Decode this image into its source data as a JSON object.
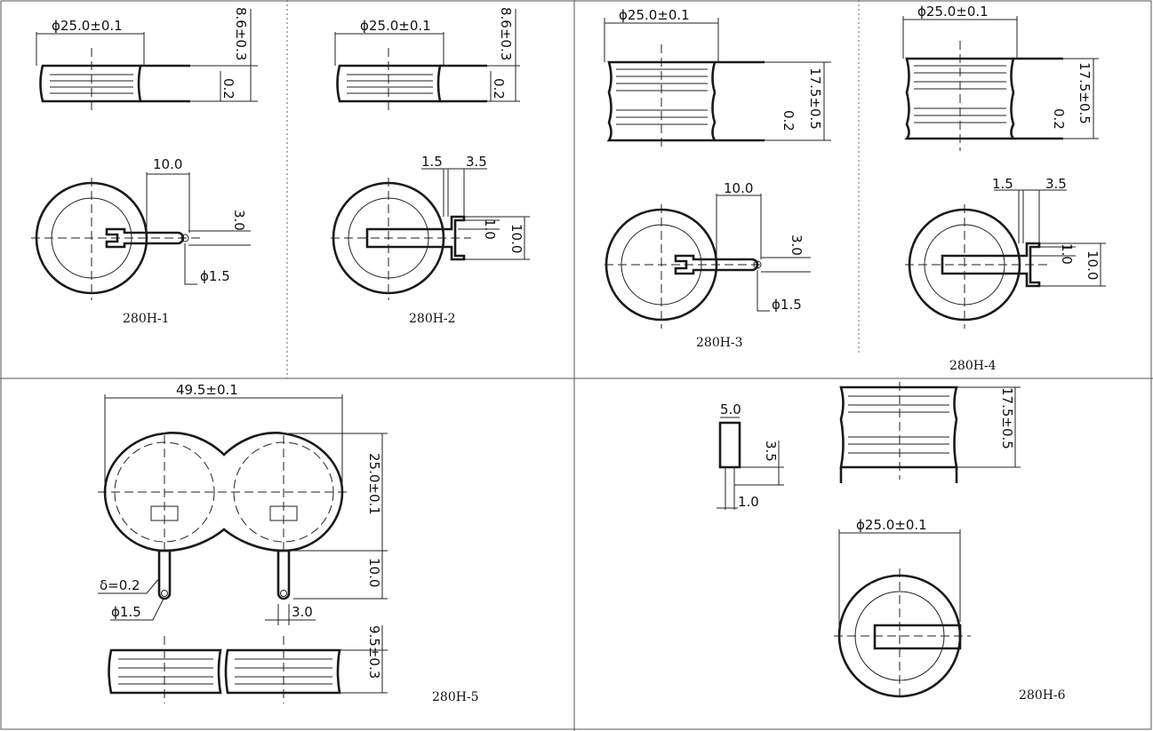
{
  "panels": {
    "h1": {
      "caption": "280H-1",
      "diameter": "ϕ25.0±0.1",
      "height": "8.6±0.3",
      "tab_thickness": "0.2",
      "tab_length": "10.0",
      "tab_width": "3.0",
      "hole": "ϕ1.5"
    },
    "h2": {
      "caption": "280H-2",
      "diameter": "ϕ25.0±0.1",
      "height": "8.6±0.3",
      "tab_thickness": "0.2",
      "pin_a": "1.5",
      "pin_b": "3.5",
      "pin_c": "1.0",
      "pin_d": "10.0"
    },
    "h3": {
      "caption": "280H-3",
      "diameter": "ϕ25.0±0.1",
      "height": "17.5±0.5",
      "tab_thickness": "0.2",
      "tab_length": "10.0",
      "tab_width": "3.0",
      "hole": "ϕ1.5"
    },
    "h4": {
      "caption": "280H-4",
      "diameter": "ϕ25.0±0.1",
      "height": "17.5±0.5",
      "tab_thickness": "0.2",
      "pin_a": "1.5",
      "pin_b": "3.5",
      "pin_c": "1.0",
      "pin_d": "10.0"
    },
    "h5": {
      "caption": "280H-5",
      "width": "49.5±0.1",
      "diameter": "25.0±0.1",
      "tab_length": "10.0",
      "thickness": "δ=0.2",
      "hole": "ϕ1.5",
      "tab_width": "3.0",
      "height": "9.5±0.3"
    },
    "h6": {
      "caption": "280H-6",
      "pin_width": "5.0",
      "pin_height": "3.5",
      "pin_thickness": "1.0",
      "height": "17.5±0.5",
      "diameter": "ϕ25.0±0.1"
    }
  }
}
